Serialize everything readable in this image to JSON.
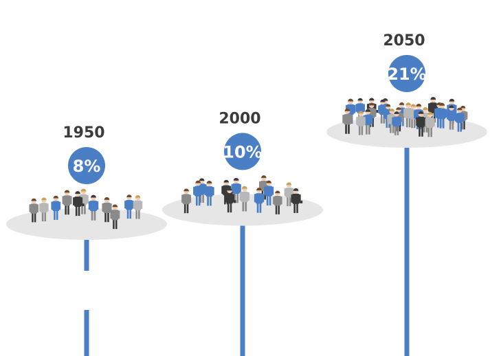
{
  "chart_data": {
    "type": "bar",
    "categories": [
      "1950",
      "2000",
      "2050"
    ],
    "values": [
      8,
      10,
      21
    ],
    "value_labels": [
      "8%",
      "10%",
      "21%"
    ],
    "ylim": [
      0,
      21
    ],
    "colors": {
      "accent": "#4a7ec5",
      "platform": "#e6e6e6",
      "person_gray": "#8a8a8a",
      "person_dark": "#3a3a3a",
      "skin": "#f0cdb4",
      "year_text": "#3b3b3b"
    },
    "notes_icon": "person-icon"
  }
}
